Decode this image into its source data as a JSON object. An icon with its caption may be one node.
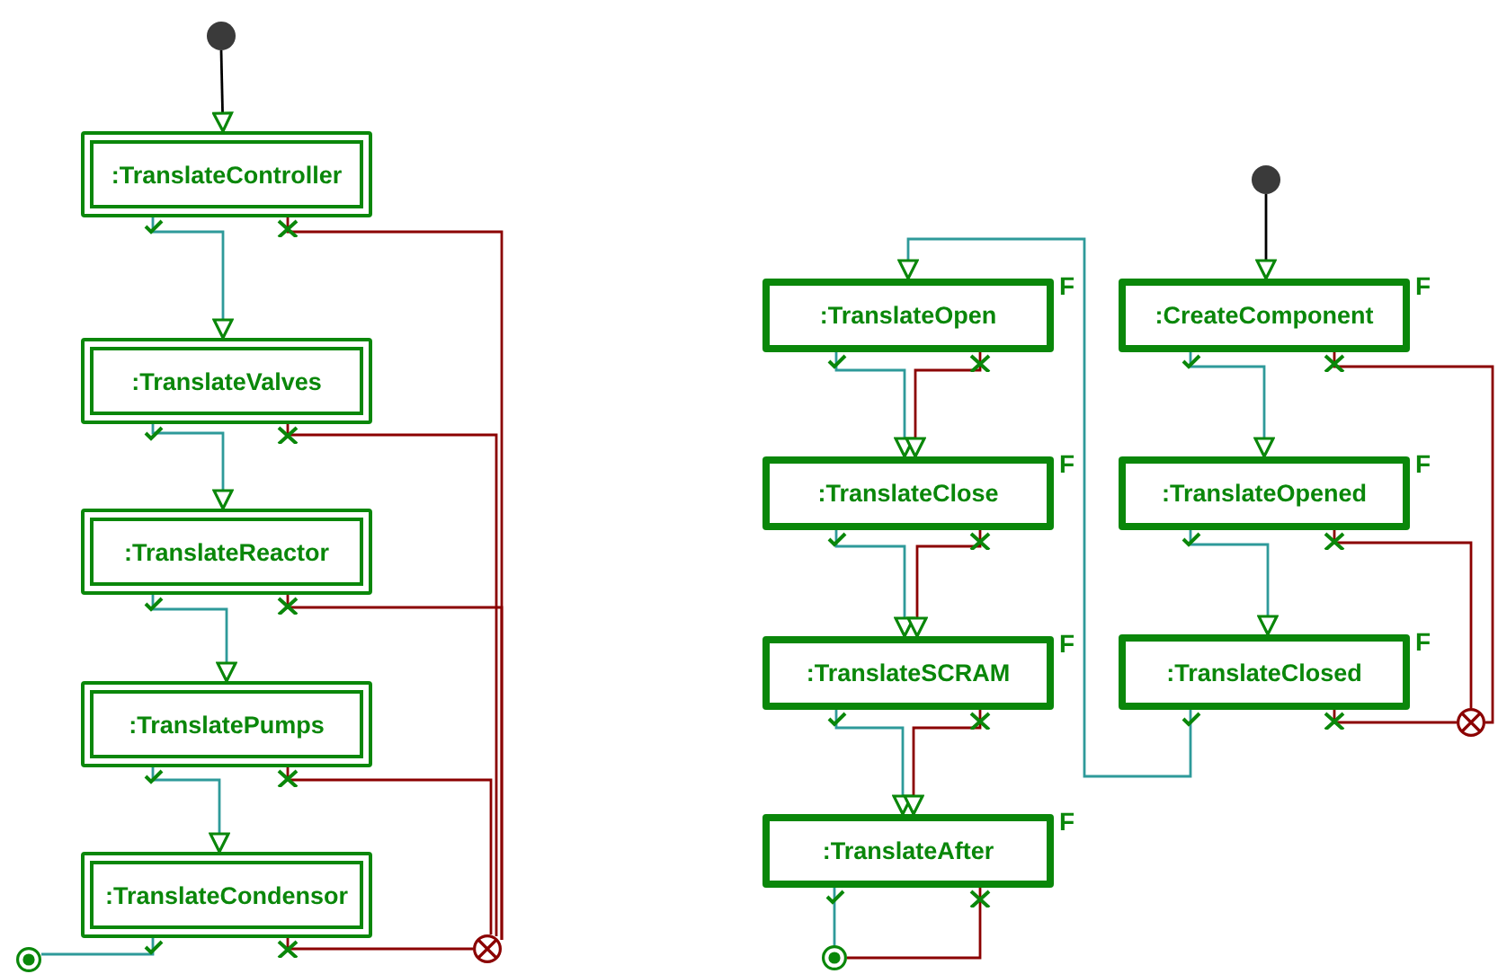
{
  "diagram": {
    "nodes": [
      {
        "text": [],
        "shape": "dot"
      },
      {
        "text": [
          ":TranslateController"
        ]
      },
      {
        "text": [
          ":TranslateValves"
        ]
      },
      {
        "text": [
          ":TranslateReactor"
        ]
      },
      {
        "text": [
          ":TranslatePumps"
        ]
      },
      {
        "text": [
          ":TranslateCondensor"
        ]
      },
      {
        "text": [],
        "shape": "bullseye"
      },
      {
        "text": [],
        "shape": "cross"
      },
      {
        "text": [],
        "shape": "dot"
      },
      {
        "text": [
          ":TranslateOpen"
        ],
        "beside": [
          "F"
        ]
      },
      {
        "text": [
          ":CreateComponent"
        ],
        "beside": [
          "F"
        ]
      },
      {
        "text": [
          ":TranslateClose"
        ],
        "beside": [
          "F"
        ]
      },
      {
        "text": [
          ":TranslateOpened"
        ],
        "beside": [
          "F"
        ]
      },
      {
        "text": [
          ":TranslateSCRAM"
        ],
        "beside": [
          "F"
        ]
      },
      {
        "text": [
          ":TranslateClosed"
        ],
        "beside": [
          "F"
        ]
      },
      {
        "text": [
          ":TranslateAfter"
        ],
        "beside": [
          "F"
        ]
      },
      {
        "text": [],
        "shape": "bullseye"
      },
      {
        "text": [],
        "shape": "cross"
      }
    ],
    "edges": [
      {
        "from": 0,
        "to": 1,
        "arrow": "to",
        "color": "#000000"
      },
      {
        "from": 1,
        "to": 2,
        "arrow": "to",
        "color": "#2e9a9a"
      },
      {
        "from": 2,
        "to": 3,
        "arrow": "to",
        "color": "#2e9a9a"
      },
      {
        "from": 3,
        "to": 4,
        "arrow": "to",
        "color": "#2e9a9a"
      },
      {
        "from": 4,
        "to": 5,
        "arrow": "to",
        "color": "#2e9a9a"
      },
      {
        "from": 5,
        "to": 6,
        "arrow": "other",
        "color": "#2e9a9a"
      },
      {
        "from": 1,
        "to": 7,
        "arrow": "other",
        "color": "#8b0000"
      },
      {
        "from": 2,
        "to": 7,
        "arrow": "other",
        "color": "#8b0000"
      },
      {
        "from": 3,
        "to": 7,
        "arrow": "other",
        "color": "#8b0000"
      },
      {
        "from": 4,
        "to": 7,
        "arrow": "other",
        "color": "#8b0000"
      },
      {
        "from": 5,
        "to": 7,
        "arrow": "other",
        "color": "#8b0000"
      },
      {
        "from": 8,
        "to": 10,
        "arrow": "to",
        "color": "#000000"
      },
      {
        "from": 10,
        "to": 12,
        "arrow": "to",
        "color": "#2e9a9a"
      },
      {
        "from": 10,
        "to": 17,
        "arrow": "other",
        "color": "#8b0000"
      },
      {
        "from": 12,
        "to": 14,
        "arrow": "to",
        "color": "#2e9a9a"
      },
      {
        "from": 12,
        "to": 17,
        "arrow": "other",
        "color": "#8b0000"
      },
      {
        "from": 14,
        "to": 17,
        "arrow": "other",
        "color": "#8b0000"
      },
      {
        "from": 14,
        "to": 9,
        "arrow": "to",
        "color": "#2e9a9a"
      },
      {
        "from": 9,
        "to": 11,
        "arrow": "to",
        "color": "#2e9a9a"
      },
      {
        "from": 9,
        "to": 11,
        "arrow": "to",
        "color": "#8b0000"
      },
      {
        "from": 11,
        "to": 13,
        "arrow": "to",
        "color": "#2e9a9a"
      },
      {
        "from": 11,
        "to": 13,
        "arrow": "to",
        "color": "#8b0000"
      },
      {
        "from": 13,
        "to": 15,
        "arrow": "to",
        "color": "#2e9a9a"
      },
      {
        "from": 13,
        "to": 15,
        "arrow": "to",
        "color": "#8b0000"
      },
      {
        "from": 15,
        "to": 16,
        "arrow": "other",
        "color": "#2e9a9a"
      },
      {
        "from": 15,
        "to": 16,
        "arrow": "other",
        "color": "#8b0000"
      }
    ]
  }
}
